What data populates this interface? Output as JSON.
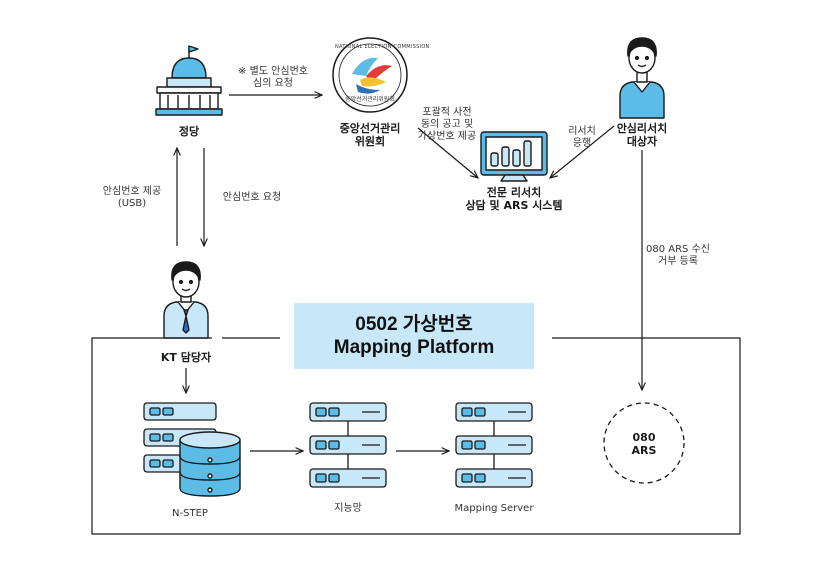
{
  "nodes": {
    "party": {
      "label": "정당"
    },
    "nec": {
      "label_line1": "중앙선거관리",
      "label_line2": "위원회",
      "seal_top": "NATIONAL ELECTION COMMISSION",
      "seal_bottom": "중앙선거관리위원회"
    },
    "target": {
      "label_line1": "안심리서치",
      "label_line2": "대상자"
    },
    "research": {
      "label_line1": "전문 리서치",
      "label_line2": "상담 및 ARS 시스템"
    },
    "kt": {
      "label": "KT 담당자"
    },
    "nstep": {
      "label": "N-STEP"
    },
    "network": {
      "label": "지능망"
    },
    "mapping_server": {
      "label": "Mapping Server"
    },
    "ars": {
      "label_line1": "080",
      "label_line2": "ARS"
    }
  },
  "edges": {
    "party_nec": {
      "line1": "※ 별도 안심번호",
      "line2": "심의 요청"
    },
    "nec_research": {
      "line1": "포괄적 사전",
      "line2": "동의 공고 및",
      "line3": "가상번호 제공"
    },
    "target_research": {
      "line1": "리서치",
      "line2": "응행"
    },
    "kt_party": {
      "line1": "안심번호 제공",
      "line2": "(USB)"
    },
    "party_kt": {
      "label": "안심번호 요청"
    },
    "target_ars": {
      "line1": "080 ARS 수신",
      "line2": "거부 등록"
    }
  },
  "platform": {
    "line1": "0502 가상번호",
    "line2": "Mapping Platform"
  },
  "colors": {
    "accent_blue": "#5bbce8",
    "light_blue": "#c8e7f8",
    "stroke": "#1a1a1a"
  }
}
